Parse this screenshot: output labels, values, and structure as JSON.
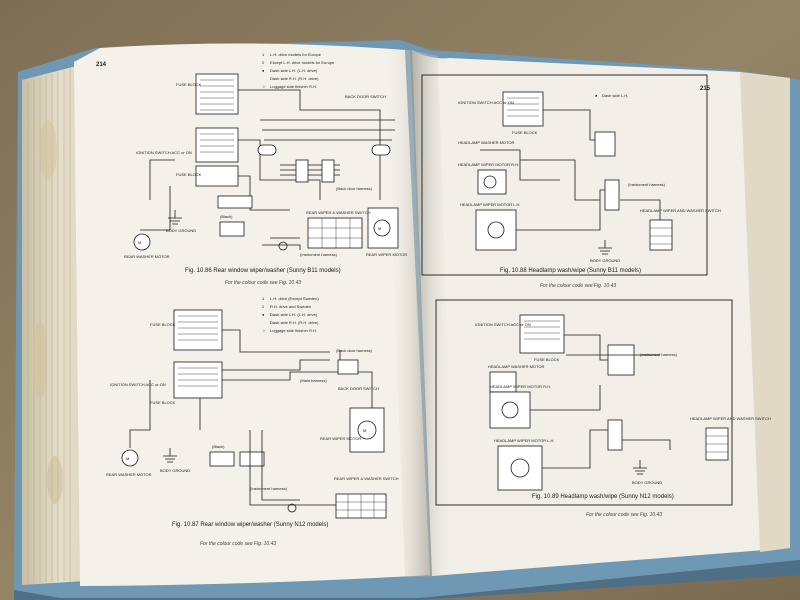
{
  "left_page": {
    "page_number": "214",
    "legend_top": [
      {
        "sym": "1",
        "text": "L.H. drive models for Europe"
      },
      {
        "sym": "2",
        "text": "Except L.H. drive models for Europe"
      },
      {
        "sym": "●",
        "text": "Dash side L.H. (L.H. drive)"
      },
      {
        "sym": "",
        "text": "Dash side R.H. (R.H. drive)"
      },
      {
        "sym": "☆",
        "text": "Luggage side finisher R.H."
      }
    ],
    "legend_bottom": [
      {
        "sym": "1",
        "text": "L.H. drive (Except Sweden)"
      },
      {
        "sym": "2",
        "text": "R.H. drive and Sweden"
      },
      {
        "sym": "●",
        "text": "Dash side L.H. (L.H. drive)"
      },
      {
        "sym": "",
        "text": "Dash side R.H. (R.H. drive)"
      },
      {
        "sym": "☆",
        "text": "Luggage side finisher R.H."
      }
    ],
    "labels_top": {
      "fuse_block_1": "FUSE BLOCK",
      "ignition_switch": "IGNITION SWITCH ACC or ON",
      "fuse_block_2": "FUSE BLOCK",
      "back_door_switch": "BACK DOOR SWITCH",
      "back_door_harness": "(Back door harness)",
      "body_ground": "BODY GROUND",
      "rear_washer_motor": "REAR WASHER MOTOR",
      "black": "(Black)",
      "rear_wiper_washer_switch": "REAR WIPER & WASHER SWITCH",
      "instrument_harness": "(Instrument harness)",
      "rear_wiper_motor": "REAR WIPER MOTOR"
    },
    "caption_top": "Fig. 10.86 Rear window wiper/washer (Sunny B11 models)",
    "subcaption_top": "For the colour code see Fig. 10.43",
    "labels_bottom": {
      "fuse_block_1": "FUSE BLOCK",
      "ignition_switch": "IGNITION SWITCH ACC or ON",
      "fuse_block_2": "FUSE BLOCK",
      "back_door_harness": "(Back door harness)",
      "main_harness": "(Main harness)",
      "back_door_switch": "BACK DOOR SWITCH",
      "rear_wiper_motor": "REAR WIPER MOTOR",
      "body_ground": "BODY GROUND",
      "black": "(Black)",
      "rear_washer_motor": "REAR WASHER MOTOR",
      "instrument_harness": "(Instrument harness)",
      "rear_wiper_washer_switch": "REAR WIPER & WASHER SWITCH"
    },
    "caption_bottom": "Fig. 10.87 Rear window wiper/washer (Sunny N12 models)",
    "subcaption_bottom": "For the colour code see Fig. 10.43"
  },
  "right_page": {
    "page_number": "215",
    "legend": {
      "sym": "●",
      "text": "Dash side L.H."
    },
    "labels_top": {
      "ignition_switch": "IGNITION SWITCH ACC or ON",
      "fuse_block": "FUSE BLOCK",
      "headlamp_washer_motor": "HEADLAMP WASHER MOTOR",
      "headlamp_wiper_motor_rh": "HEADLAMP WIPER MOTOR R.H.",
      "instrument_harness": "(Instrument harness)",
      "headlamp_wiper_motor_lh": "HEADLAMP WIPER MOTOR L.H.",
      "body_ground": "BODY GROUND",
      "headlamp_wiper_washer_switch": "HEADLAMP WIPER AND WASHER SWITCH"
    },
    "caption_top": "Fig. 10.88 Headlamp wash/wipe (Sunny B11 models)",
    "subcaption_top": "For the colour code see Fig. 10.43",
    "labels_bottom": {
      "ignition_switch": "IGNITION SWITCH ACC or ON",
      "fuse_block": "FUSE BLOCK",
      "instrument_harness": "(Instrument harness)",
      "headlamp_washer_motor": "HEADLAMP WASHER MOTOR",
      "headlamp_wiper_motor_rh": "HEADLAMP WIPER MOTOR R.H.",
      "headlamp_wiper_motor_lh": "HEADLAMP WIPER MOTOR L.H.",
      "headlamp_wiper_washer_switch": "HEADLAMP WIPER AND WASHER SWITCH",
      "body_ground": "BODY GROUND"
    },
    "caption_bottom": "Fig. 10.89 Headlamp wash/wipe (Sunny N12 models)",
    "subcaption_bottom": "For the colour code see Fig. 10.43"
  },
  "colors": {
    "table": "#8a7a5e",
    "paper": "#f3f1ea",
    "ink": "#1a1a1a",
    "cover": "#6f98b4"
  }
}
